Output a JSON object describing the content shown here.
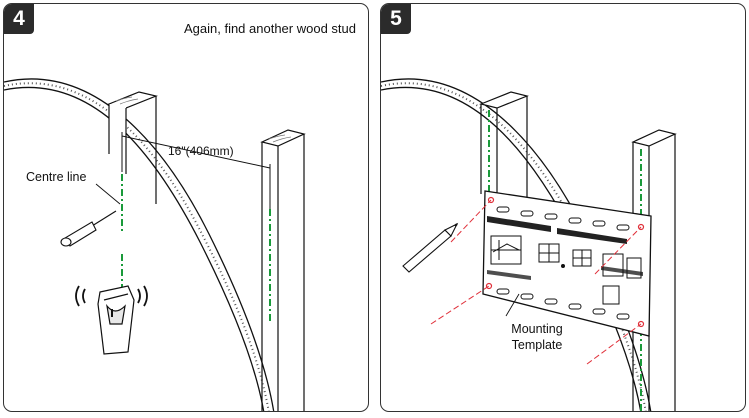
{
  "panel4": {
    "step": "4",
    "caption": "Again, find another wood stud",
    "dimension_label": "16\"(406mm)",
    "centre_line_label": "Centre line"
  },
  "panel5": {
    "step": "5",
    "template_label": "Mounting Template"
  },
  "colors": {
    "centre_line": "#1a9a3a",
    "laser_line": "#e0303a",
    "outline": "#111111",
    "panel_border": "#333333"
  }
}
